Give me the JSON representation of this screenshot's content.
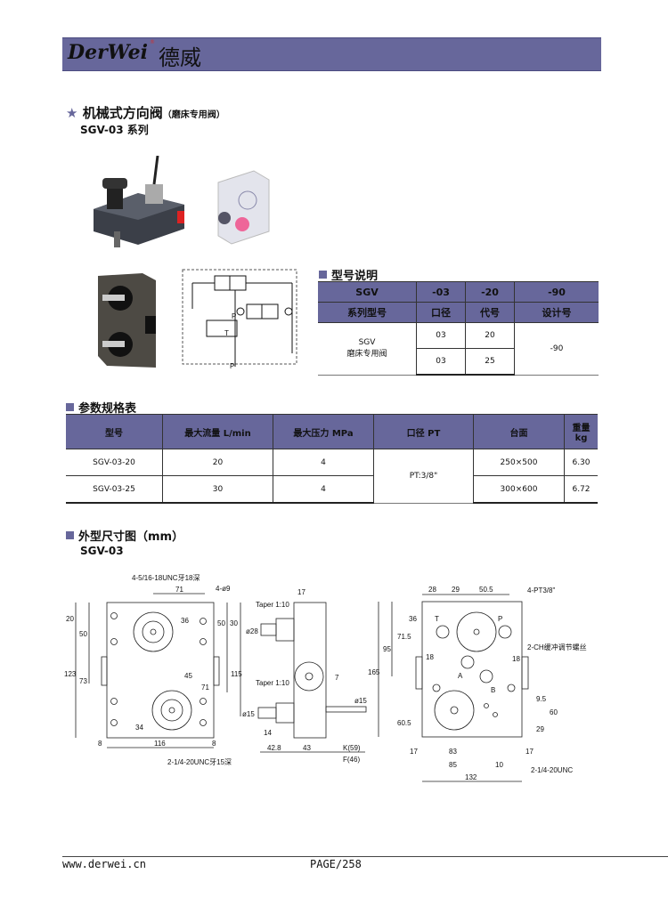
{
  "header": {
    "logo_text": "DerWei",
    "logo_cn": "德威",
    "logo_mark": "®"
  },
  "title": {
    "star": "★",
    "main": "机械式方向阀",
    "sub": "（磨床专用阀）",
    "series": "SGV-03 系列"
  },
  "model_table": {
    "heading": "型号说明",
    "codes": [
      "SGV",
      "-03",
      "-20",
      "-90"
    ],
    "labels": [
      "系列型号",
      "口径",
      "代号",
      "设计号"
    ],
    "series_name": "SGV",
    "series_desc": "磨床专用阀",
    "rows": [
      {
        "bore": "03",
        "code": "20"
      },
      {
        "bore": "03",
        "code": "25"
      }
    ],
    "design": "-90"
  },
  "spec_table": {
    "heading": "参数规格表",
    "columns": [
      "型号",
      "最大流量 L/min",
      "最大压力 MPa",
      "口径 PT",
      "台面",
      "重量 kg"
    ],
    "port": "PT:3/8\"",
    "rows": [
      {
        "model": "SGV-03-20",
        "flow": "20",
        "pressure": "4",
        "table": "250×500",
        "weight": "6.30"
      },
      {
        "model": "SGV-03-25",
        "flow": "30",
        "pressure": "4",
        "table": "300×600",
        "weight": "6.72"
      }
    ]
  },
  "dimensions": {
    "heading": "外型尺寸图（mm）",
    "model": "SGV-03",
    "front": {
      "thread1": "4-5/16-18UNC牙18深",
      "holes": "4-ø9",
      "d71": "71",
      "d20": "20",
      "d50": "50",
      "d36": "36",
      "d30": "30",
      "d50b": "50",
      "d123": "123",
      "d73": "73",
      "d45": "45",
      "d71b": "71",
      "d115": "115",
      "d34": "34",
      "d8a": "8",
      "d116": "116",
      "d8b": "8",
      "thread2": "2-1/4-20UNC牙15深"
    },
    "side": {
      "d17": "17",
      "taper1": "Taper 1:10",
      "d28": "ø28",
      "taper2": "Taper 1:10",
      "d15a": "ø15",
      "d7": "7",
      "d15b": "ø15",
      "d14": "14",
      "d428": "42.8",
      "d43": "43",
      "k": "K(59)",
      "f": "F(46)"
    },
    "rear": {
      "d28": "28",
      "d29": "29",
      "d505": "50.5",
      "ports": "4-PT3/8\"",
      "T": "T",
      "P": "P",
      "A": "A",
      "B": "B",
      "d36": "36",
      "d715": "71.5",
      "d95": "95",
      "d165": "165",
      "d18a": "18",
      "d18b": "18",
      "adj": "2-CH缓冲调节螺丝",
      "d605": "60.5",
      "d95b": "9.5",
      "d60": "60",
      "d29b": "29",
      "d17a": "17",
      "d83": "83",
      "d85": "85",
      "d10": "10",
      "d17b": "17",
      "unc": "2-1/4-20UNC",
      "d132": "132"
    }
  },
  "schematic": {
    "P": "P",
    "T": "T",
    "Pb": "P"
  },
  "footer": {
    "url": "www.derwei.cn",
    "page": "PAGE/258"
  }
}
